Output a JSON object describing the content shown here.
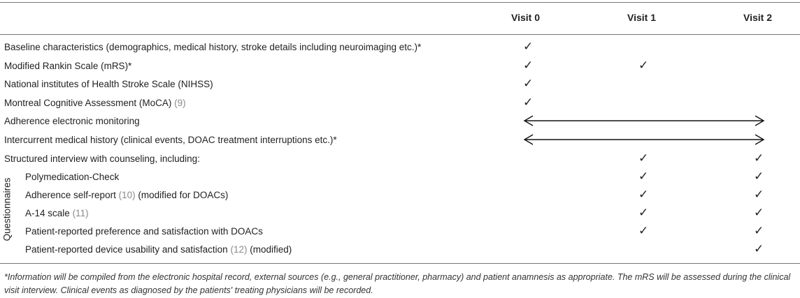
{
  "header": {
    "visit0": "Visit 0",
    "visit1": "Visit 1",
    "visit2": "Visit 2"
  },
  "rows": [
    {
      "text": "Baseline characteristics (demographics, medical history, stroke details including neuroimaging etc.)*",
      "v0": "✓",
      "v1": "",
      "v2": ""
    },
    {
      "text": "Modified Rankin Scale (mRS)*",
      "v0": "✓",
      "v1": "✓",
      "v2": ""
    },
    {
      "text": "National institutes of Health Stroke Scale (NIHSS)",
      "v0": "✓",
      "v1": "",
      "v2": ""
    },
    {
      "text": "Montreal Cognitive Assessment (MoCA)",
      "ref": "(9)",
      "v0": "✓",
      "v1": "",
      "v2": ""
    },
    {
      "text": "Adherence electronic monitoring"
    },
    {
      "text": "Intercurrent medical history (clinical events, DOAC treatment interruptions etc.)*"
    },
    {
      "text": "Structured interview with counseling, including:",
      "v0": "",
      "v1": "✓",
      "v2": "✓"
    }
  ],
  "questionnaires": {
    "label": "Questionnaires",
    "items": [
      {
        "text": "Polymedication-Check",
        "v1": "✓",
        "v2": "✓"
      },
      {
        "pre": "Adherence self-report",
        "ref": "(10)",
        "post": "(modified for DOACs)",
        "v1": "✓",
        "v2": "✓"
      },
      {
        "pre": "A-14 scale",
        "ref": "(11)",
        "post": "",
        "v1": "✓",
        "v2": "✓"
      },
      {
        "text": "Patient-reported preference and satisfaction with DOACs",
        "v1": "✓",
        "v2": "✓"
      },
      {
        "pre": "Patient-reported device usability and satisfaction",
        "ref": "(12)",
        "post": "(modified)",
        "v1": "",
        "v2": "✓"
      }
    ]
  },
  "footnote": "*Information will be compiled from the electronic hospital record, external sources (e.g., general practitioner, pharmacy) and patient anamnesis as appropriate. The mRS will be assessed during the clinical visit interview. Clinical events as diagnosed by the patients' treating physicians will be recorded."
}
